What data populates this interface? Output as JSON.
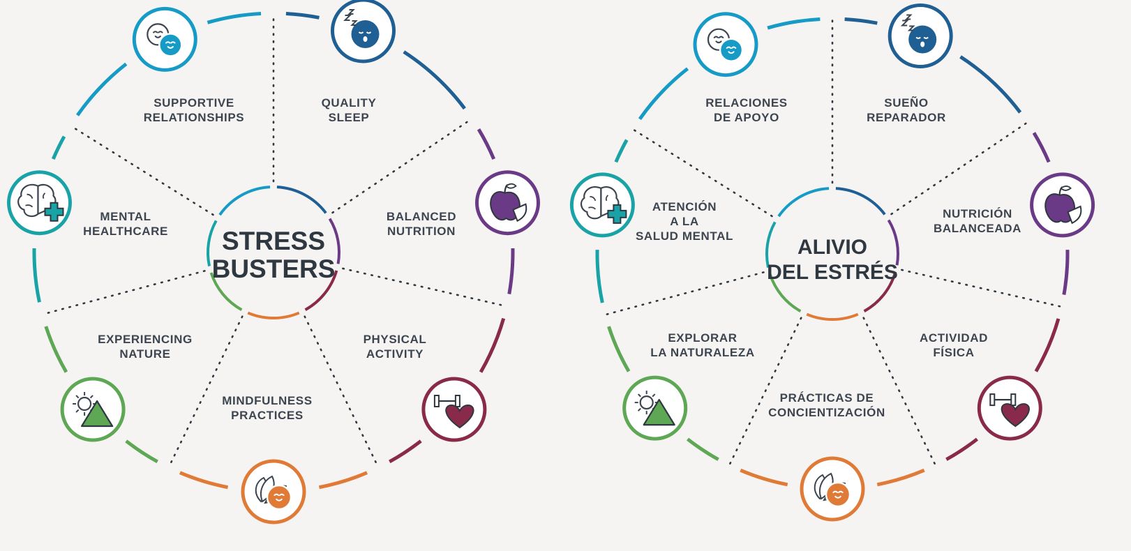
{
  "colors": {
    "background": "#f5f4f2",
    "text": "#3d4550",
    "relationships": "#169bc6",
    "sleep": "#1f5f94",
    "nutrition": "#6b3a86",
    "activity": "#8a2a4a",
    "mindfulness": "#e07a37",
    "nature": "#5ea754",
    "mental": "#1aa3a7"
  },
  "diagrams": [
    {
      "center": [
        "STRESS",
        "BUSTERS"
      ],
      "segments": [
        {
          "key": "relationships",
          "icon": "faces-icon",
          "lines": [
            "SUPPORTIVE",
            "RELATIONSHIPS"
          ]
        },
        {
          "key": "sleep",
          "icon": "sleep-face-icon",
          "lines": [
            "QUALITY",
            "SLEEP"
          ]
        },
        {
          "key": "nutrition",
          "icon": "apple-icon",
          "lines": [
            "BALANCED",
            "NUTRITION"
          ]
        },
        {
          "key": "activity",
          "icon": "dumbbell-heart-icon",
          "lines": [
            "PHYSICAL",
            "ACTIVITY"
          ]
        },
        {
          "key": "mindfulness",
          "icon": "lotus-face-icon",
          "lines": [
            "MINDFULNESS",
            "PRACTICES"
          ]
        },
        {
          "key": "nature",
          "icon": "sun-mountain-icon",
          "lines": [
            "EXPERIENCING",
            "NATURE"
          ]
        },
        {
          "key": "mental",
          "icon": "brain-plus-icon",
          "lines": [
            "MENTAL",
            "HEALTHCARE"
          ]
        }
      ]
    },
    {
      "center": [
        "ALIVIO",
        "DEL ESTRÉS"
      ],
      "segments": [
        {
          "key": "relationships",
          "icon": "faces-icon",
          "lines": [
            "RELACIONES",
            "DE APOYO"
          ]
        },
        {
          "key": "sleep",
          "icon": "sleep-face-icon",
          "lines": [
            "SUEÑO",
            "REPARADOR"
          ]
        },
        {
          "key": "nutrition",
          "icon": "apple-icon",
          "lines": [
            "NUTRICIÓN",
            "BALANCEADA"
          ]
        },
        {
          "key": "activity",
          "icon": "dumbbell-heart-icon",
          "lines": [
            "ACTIVIDAD",
            "FÍSICA"
          ]
        },
        {
          "key": "mindfulness",
          "icon": "lotus-face-icon",
          "lines": [
            "PRÁCTICAS DE",
            "CONCIENTIZACIÓN"
          ]
        },
        {
          "key": "nature",
          "icon": "sun-mountain-icon",
          "lines": [
            "EXPLORAR",
            "LA NATURALEZA"
          ]
        },
        {
          "key": "mental",
          "icon": "brain-plus-icon",
          "lines": [
            "ATENCIÓN",
            "A LA",
            "SALUD MENTAL"
          ]
        }
      ]
    }
  ]
}
